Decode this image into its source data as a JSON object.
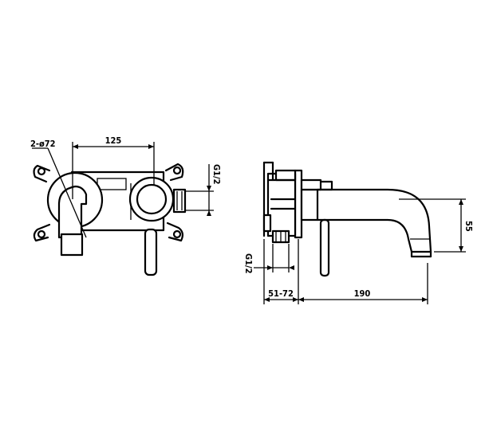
{
  "labels": {
    "hole_dim": "2-ø72",
    "center_dist": "125",
    "thread_top": "G1/2",
    "thread_bottom": "G1/2",
    "wall_depth": "51-72",
    "spout_length": "190",
    "spout_height": "55"
  },
  "colors": {
    "line": "#000000",
    "background": "#ffffff"
  }
}
